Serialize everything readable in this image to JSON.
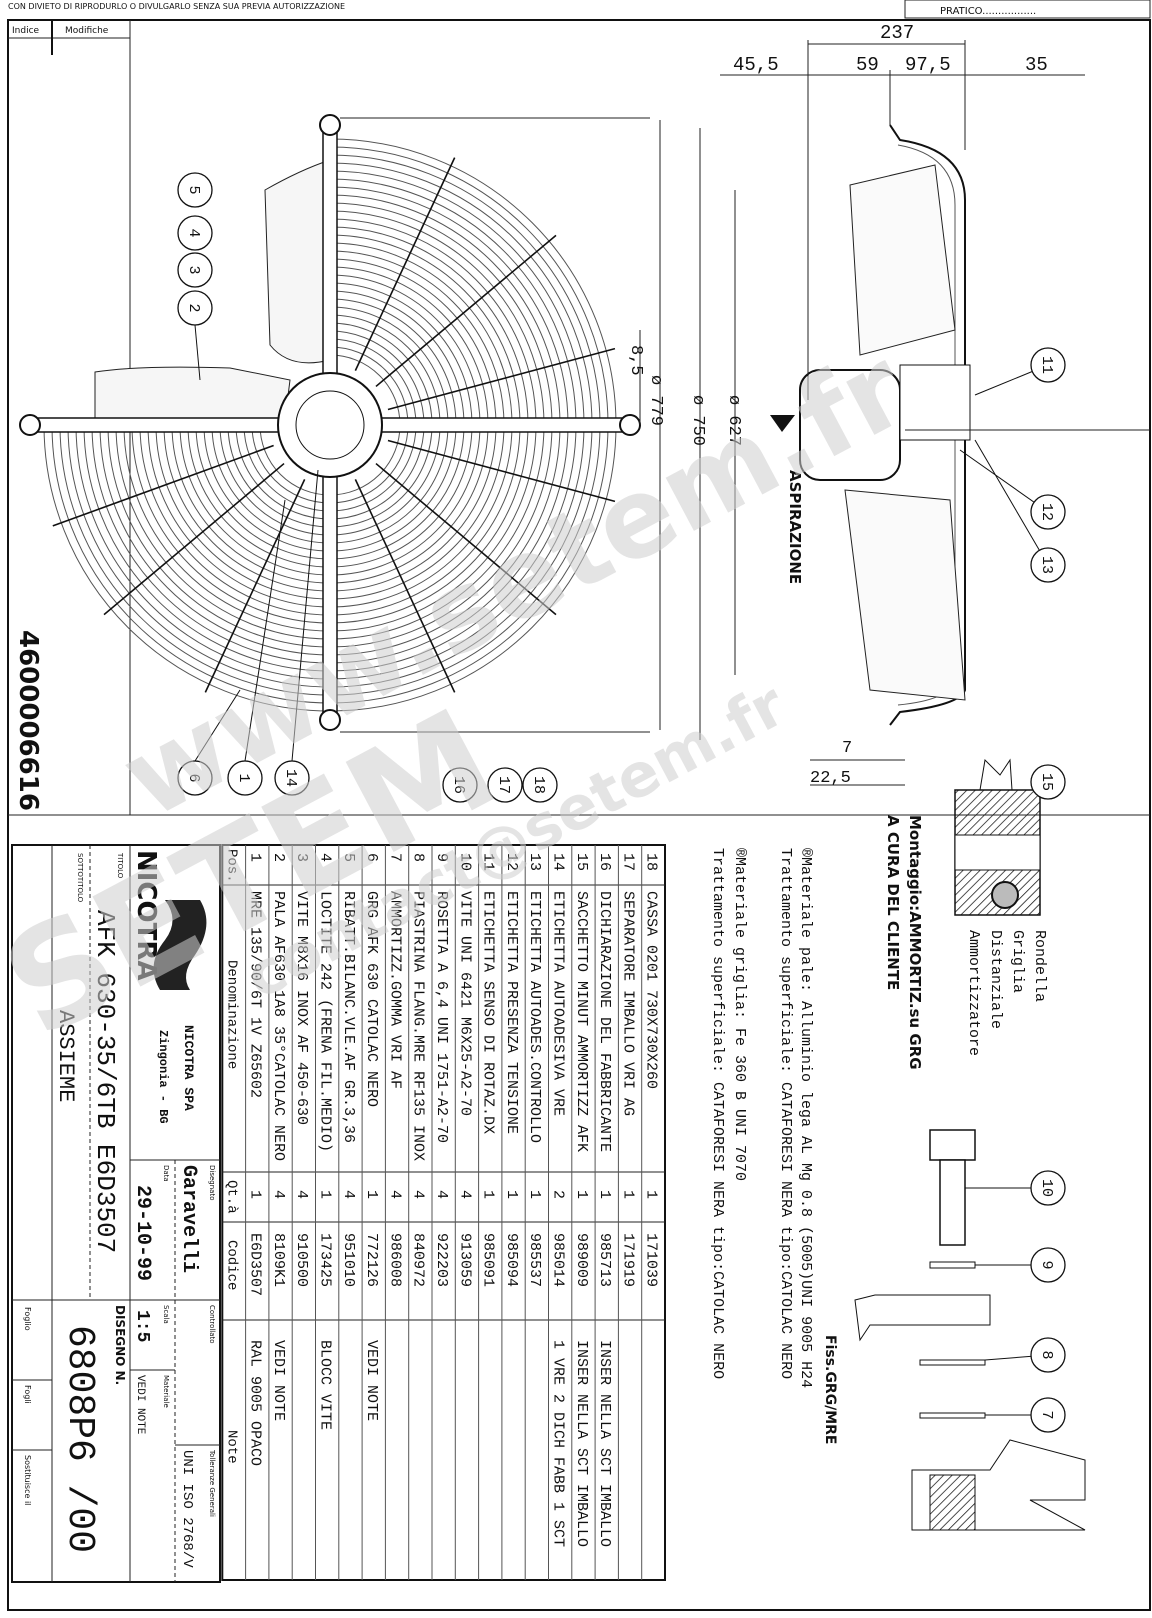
{
  "header": {
    "notice": "CON DIVIETO DI RIPRODURLO O DIVULGARLO SENZA SUA PREVIA AUTORIZZAZIONE",
    "pratico": "PRATICO................."
  },
  "revision_block": {
    "index_label": "Indice",
    "changes_label": "Modifiche"
  },
  "part_number": "4600006616",
  "dimensions": {
    "overall_depth": "237",
    "d1": "45,5",
    "d2": "59",
    "d3": "97,5",
    "d4": "35",
    "offset": "8,5",
    "dia_guard": "ø 779",
    "dia_ring": "ø 750",
    "dia_inner": "ø 627",
    "d7": "7",
    "d22": "22,5"
  },
  "labels": {
    "aspirazione": "ASPIRAZIONE",
    "fixing": "Fiss.GRG/MRE"
  },
  "balloons": {
    "b1": "1",
    "b2": "2",
    "b3": "3",
    "b4": "4",
    "b5": "5",
    "b6": "6",
    "b7": "7",
    "b8": "8",
    "b9": "9",
    "b10": "10",
    "b11": "11",
    "b12": "12",
    "b13": "13",
    "b14": "14",
    "b15": "15",
    "b16": "16",
    "b17": "17",
    "b18": "18"
  },
  "assembly_note": {
    "line1": "Montaggio:AMMORTIZ.su GRG",
    "line2": "A CURA DEL CLIENTE"
  },
  "material_notes": {
    "blades_material": "®Materiale pale: Alluminio lega AL Mg 0.8 (5005)UNI 9005 H24",
    "blades_treatment": "Trattamento superficiale: CATAFORESI NERA tipo:CATOLAC NERO",
    "guard_material": "®Materiale griglia: Fe 360 B  UNI 7070",
    "guard_treatment": "Trattamento superficiale: CATAFORESI NERA tipo:CATOLAC NERO"
  },
  "part15_labels": {
    "washer": "Rondella",
    "guard": "Griglia",
    "spacer": "Distanziale",
    "damper": "Ammortizzatore"
  },
  "bom": {
    "headers": {
      "pos": "Pos.",
      "name": "Denominazione",
      "qty": "Qt.à",
      "code": "Codice",
      "note": "Note"
    },
    "rows": [
      {
        "pos": "1",
        "name": "MRE 135/90/6T 1V Z65602",
        "qty": "1",
        "code": "E6D3507",
        "note": "RAL 9005 OPACO"
      },
      {
        "pos": "2",
        "name": "PALA AF630 1A8 35°CATOLAC NERO",
        "qty": "4",
        "code": "8109K1",
        "note": "VEDI NOTE"
      },
      {
        "pos": "3",
        "name": "VITE M8X16 INOX AF 450-630",
        "qty": "4",
        "code": "910500",
        "note": ""
      },
      {
        "pos": "4",
        "name": "LOCTITE 242 (FRENA FIL.MEDIO)",
        "qty": "1",
        "code": "173425",
        "note": "BLOCC VITE"
      },
      {
        "pos": "5",
        "name": "RIBATT.BILANC.VLE.AF GR.3,36",
        "qty": "4",
        "code": "951010",
        "note": ""
      },
      {
        "pos": "6",
        "name": "GRG AFK 630 CATOLAC NERO",
        "qty": "1",
        "code": "772126",
        "note": "VEDI NOTE"
      },
      {
        "pos": "7",
        "name": "AMMORTIZZ.GOMMA VRI AF",
        "qty": "4",
        "code": "986008",
        "note": ""
      },
      {
        "pos": "8",
        "name": "PIASTRINA FLANG.MRE RF135 INOX",
        "qty": "4",
        "code": "840972",
        "note": ""
      },
      {
        "pos": "9",
        "name": "ROSETTA A 6,4 UNI 1751-A2-70",
        "qty": "4",
        "code": "922203",
        "note": ""
      },
      {
        "pos": "10",
        "name": "VITE UNI 6421 M6X25-A2-70",
        "qty": "4",
        "code": "913059",
        "note": ""
      },
      {
        "pos": "11",
        "name": "ETICHETTA SENSO DI ROTAZ.DX",
        "qty": "1",
        "code": "985091",
        "note": ""
      },
      {
        "pos": "12",
        "name": "ETICHETTA PRESENZA TENSIONE",
        "qty": "1",
        "code": "985094",
        "note": ""
      },
      {
        "pos": "13",
        "name": "ETICHETTA AUTOADES.CONTROLLO",
        "qty": "1",
        "code": "985537",
        "note": ""
      },
      {
        "pos": "14",
        "name": "ETICHETTA AUTOADESIVA VRE",
        "qty": "2",
        "code": "985014",
        "note": "1 VRE 2 DICH FABB 1 SCT"
      },
      {
        "pos": "15",
        "name": "SACCHETTO MINUT AMMORTIZZ AFK",
        "qty": "1",
        "code": "989009",
        "note": "INSER NELLA SCT IMBALLO"
      },
      {
        "pos": "16",
        "name": "DICHIARAZIONE DEL FABBRICANTE",
        "qty": "1",
        "code": "985713",
        "note": "INSER NELLA SCT IMBALLO"
      },
      {
        "pos": "17",
        "name": "SEPARATORE IMBALLO VRI AG",
        "qty": "1",
        "code": "171919",
        "note": ""
      },
      {
        "pos": "18",
        "name": "CASSA 0201 730X730X260",
        "qty": "1",
        "code": "171039",
        "note": ""
      }
    ]
  },
  "title_block": {
    "logo_text": "NICOTRA",
    "company": "NICOTRA SPA",
    "city": "Zingonia - BG",
    "title_label": "TITOLO",
    "title": "AFK 630-35/6TB E6D3507",
    "subtitle_label": "SOTTOTITOLO",
    "subtitle": "ASSIEME",
    "drawn_label": "Disegnato",
    "drawn_by": "Garavelli",
    "date_label": "Data",
    "date": "29-10-99",
    "checked_label": "Controllato",
    "tolerance_label": "Tolleranze Generali",
    "tolerance": "UNI ISO 2768/V",
    "scale_label": "Scala",
    "scale": "1:5",
    "material_label": "Materiale",
    "material": "VEDI NOTE",
    "drawing_no_label": "DISEGNO N.",
    "drawing_no": "6808P6  /00",
    "sheet_label": "Foglio",
    "sheets_label": "Fogli",
    "replaces_label": "Sostituisce il"
  },
  "watermarks": {
    "site": "www.setem.fr",
    "brand": "SETEM",
    "email": "contact@setem.fr"
  }
}
